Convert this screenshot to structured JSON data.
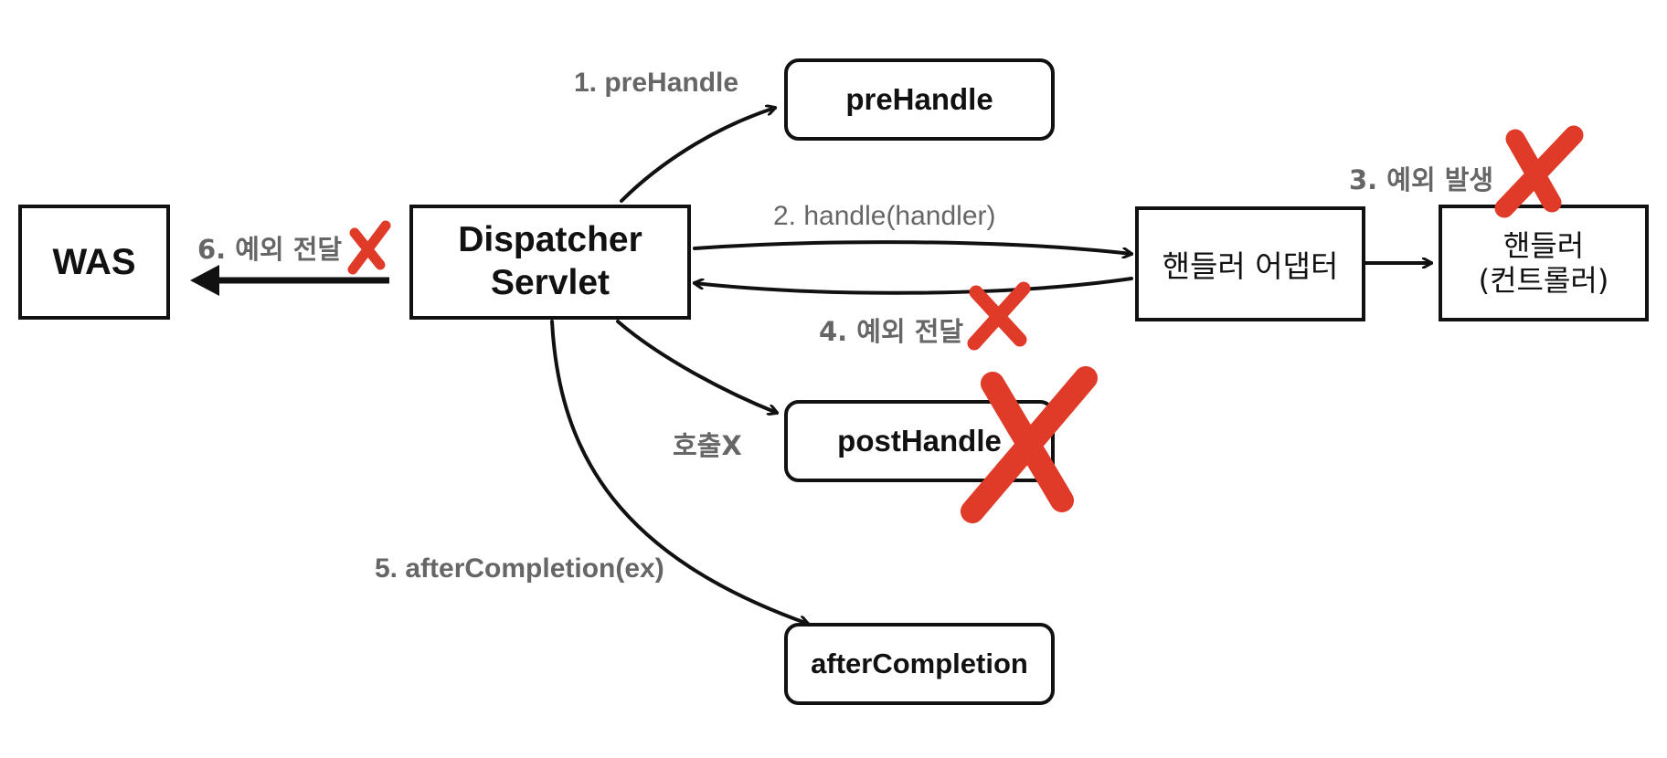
{
  "colors": {
    "line": "#111111",
    "label": "#666666",
    "cross": "#e03a28",
    "box_border": "#111111"
  },
  "nodes": {
    "was": {
      "label": "WAS"
    },
    "dispatcher": {
      "line1": "Dispatcher",
      "line2": "Servlet"
    },
    "prehandle": {
      "label": "preHandle"
    },
    "posthandle": {
      "label": "postHandle"
    },
    "aftercompletion": {
      "label": "afterCompletion"
    },
    "adapter": {
      "label": "핸들러 어댑터"
    },
    "handler": {
      "line1": "핸들러",
      "line2": "(컨트롤러)"
    }
  },
  "edges": {
    "prehandle_call": "1. preHandle",
    "handle_call": "2. handle(handler)",
    "exception_occurs": "3. 예외 발생",
    "exception_propagate_4": "4. 예외 전달",
    "not_called": "호출X",
    "after_completion_call": "5. afterCompletion(ex)",
    "exception_propagate_6": "6. 예외 전달"
  },
  "icons": [
    "cross-mark-icon",
    "arrow-head-icon"
  ]
}
